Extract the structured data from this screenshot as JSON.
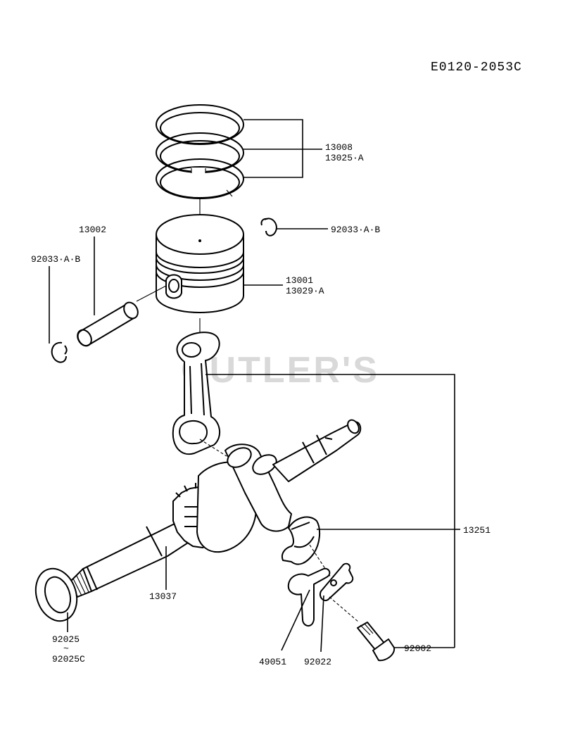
{
  "diagram_code": "E0120-2053C",
  "watermark": "CUTLER'S",
  "part_labels": {
    "piston_rings": [
      "13008",
      "13025·A"
    ],
    "circlip_right": "92033·A·B",
    "piston_pin": "13002",
    "circlip_left": "92033·A·B",
    "piston": [
      "13001",
      "13029·A"
    ],
    "connecting_rod": "13251",
    "crankshaft": "13037",
    "washer": [
      "92025",
      "~",
      "92025C"
    ],
    "oil_dipper": "49051",
    "lock_plate": "92022",
    "rod_bolt": "92002"
  }
}
